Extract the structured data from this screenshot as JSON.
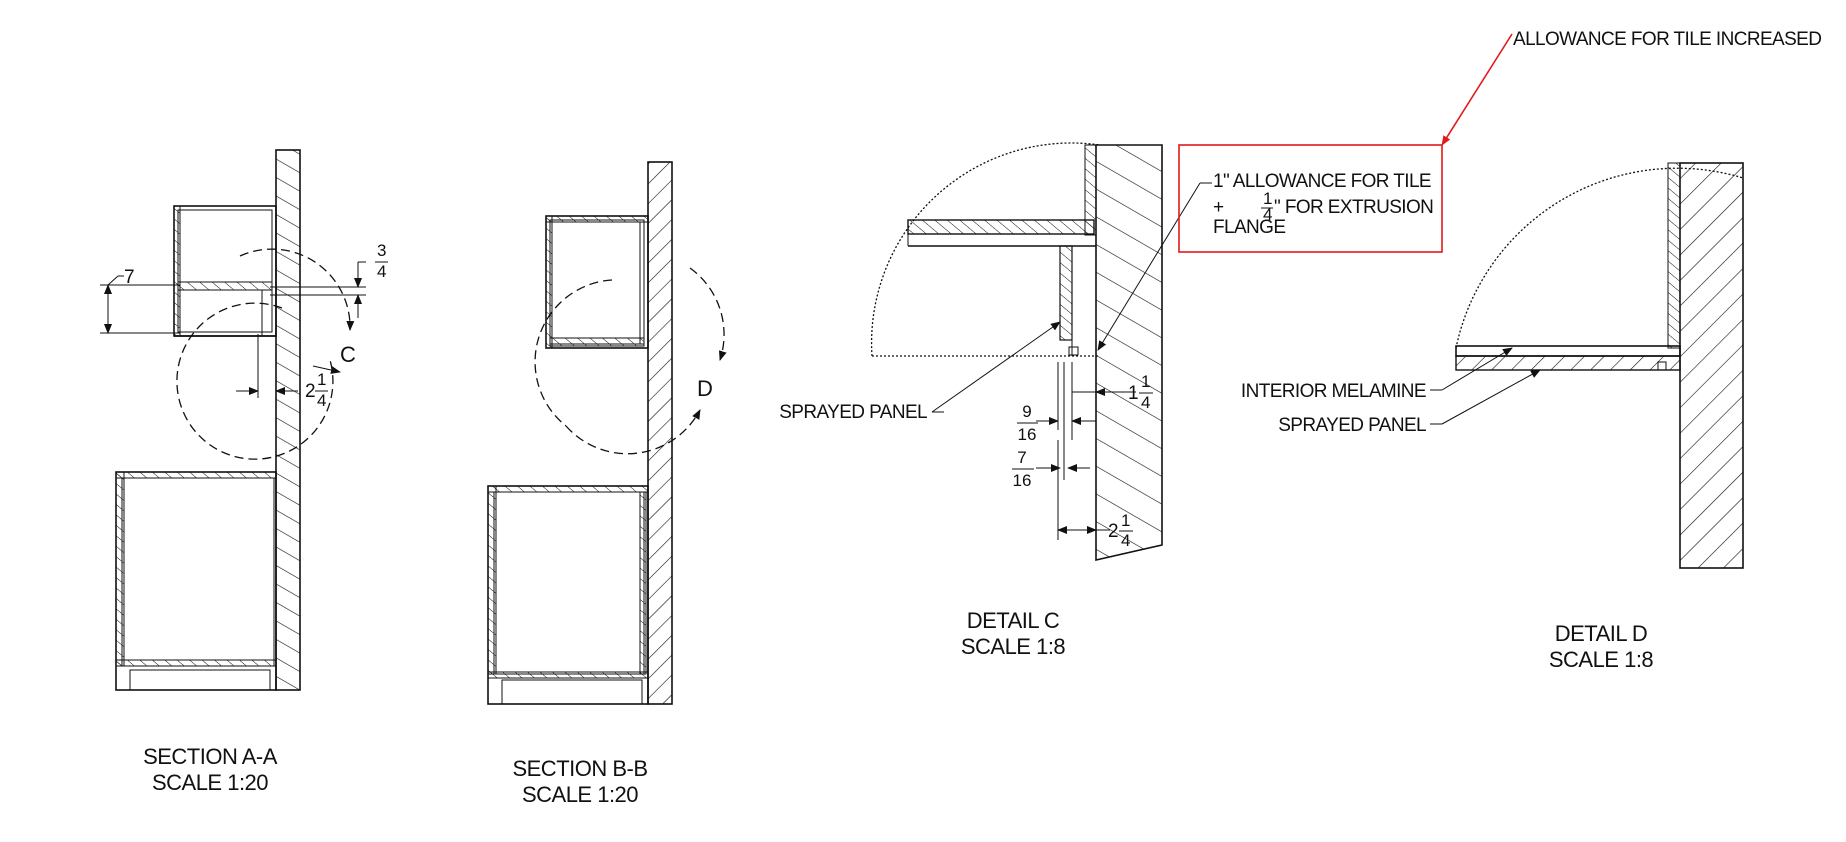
{
  "views": {
    "section_aa": {
      "title": "SECTION A-A",
      "scale": "SCALE 1:20"
    },
    "section_bb": {
      "title": "SECTION B-B",
      "scale": "SCALE 1:20"
    },
    "detail_c": {
      "title": "DETAIL C",
      "scale": "SCALE 1:8"
    },
    "detail_d": {
      "title": "DETAIL D",
      "scale": "SCALE 1:8"
    }
  },
  "callouts": {
    "c": "C",
    "d": "D"
  },
  "dimensions": {
    "aa_7": "7",
    "aa_three": "3",
    "aa_four": "4",
    "aa_two": "2",
    "aa_one": "1",
    "aa_four_b": "4",
    "c_one": "1",
    "c_one_num": "1",
    "c_one_den": "4",
    "c_nine": "9",
    "c_sixteen": "16",
    "c_seven": "7",
    "c_sixteen_b": "16",
    "c_two": "2",
    "c_two_num": "1",
    "c_two_den": "4"
  },
  "labels": {
    "sprayed_panel_c": "SPRAYED PANEL",
    "interior_melamine": "INTERIOR MELAMINE",
    "sprayed_panel_d": "SPRAYED PANEL"
  },
  "revision": {
    "cloud_text_line1": "1\" ALLOWANCE FOR TILE",
    "cloud_text_plus": "+",
    "cloud_text_frac_num": "1",
    "cloud_text_frac_den": "4",
    "cloud_text_line2": "\" FOR EXTRUSION",
    "cloud_text_line3": "FLANGE",
    "note": "ALLOWANCE FOR TILE INCREASED",
    "color": "#e01b1b"
  }
}
